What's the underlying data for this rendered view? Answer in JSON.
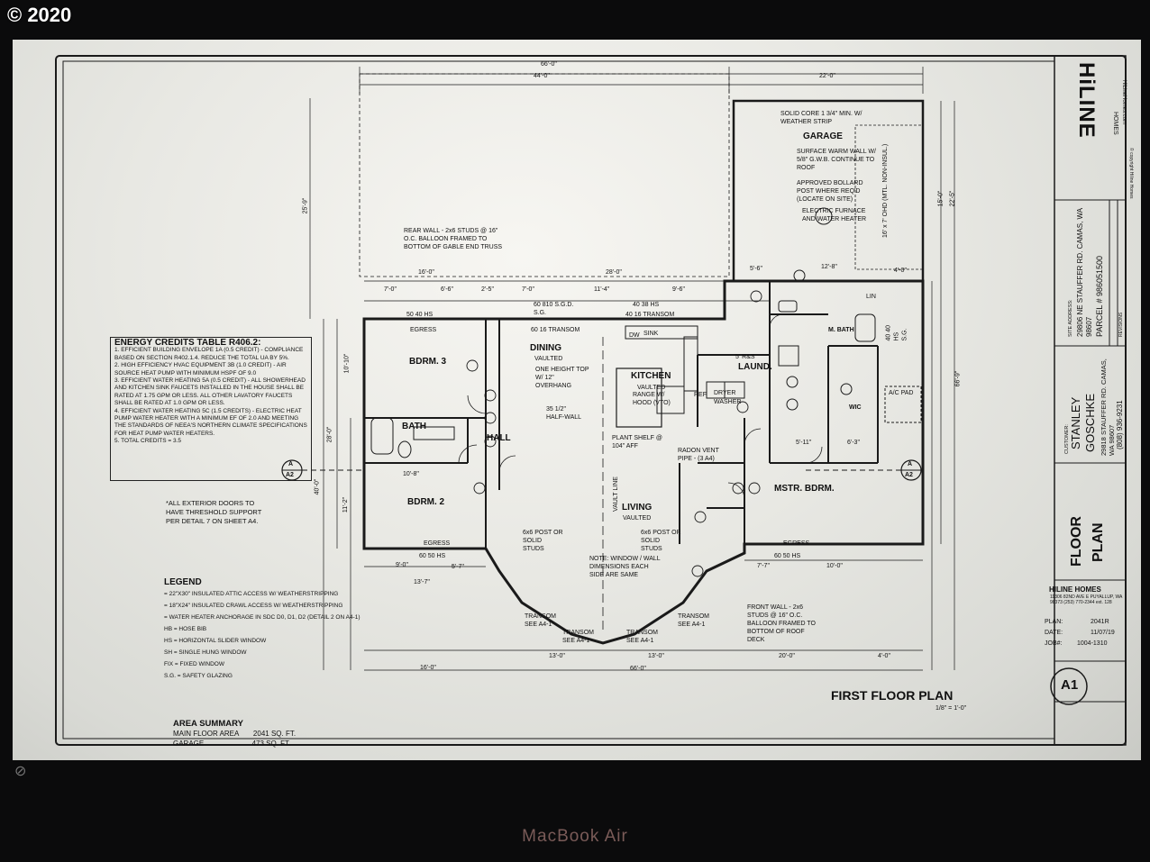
{
  "copyright": "© 2020",
  "laptop_label": "MacBook Air",
  "plan": {
    "title": "FIRST FLOOR PLAN",
    "scale": "1/8\" = 1'-0\"",
    "rooms": {
      "garage": "GARAGE",
      "bdrm3": "BDRM. 3",
      "bdrm2": "BDRM. 2",
      "bath": "BATH",
      "hall": "HALL",
      "dining": "DINING",
      "dining_sub": "VAULTED",
      "kitchen": "KITCHEN",
      "kitchen_sub": "VAULTED",
      "laund": "LAUND.",
      "m_bath": "M. BATH",
      "wic": "WIC",
      "mstr": "MSTR. BDRM.",
      "living": "LIVING",
      "living_sub": "VAULTED",
      "ac_pad": "A/C PAD",
      "lin": "LIN"
    },
    "dimensions": {
      "overall_top": "66'-0\"",
      "top_left": "44'-0\"",
      "top_right": "22'-0\"",
      "bottom_total": "66'-0\"",
      "bottom_a": "16'-0\"",
      "bottom_b": "13'-0\"",
      "bottom_c": "13'-0\"",
      "bottom_d": "20'-0\"",
      "bottom_e": "4'-0\"",
      "mid_a": "16'-0\"",
      "mid_b": "28'-0\"",
      "row_a": "7'-0\"",
      "row_b": "6'-6\"",
      "row_c": "2'-5\"",
      "row_d": "7'-0\"",
      "row_e": "11'-4\"",
      "row_f": "9'-6\"",
      "left_a": "10'-10\"",
      "left_b": "11'-2\"",
      "left_c": "28'-0\"",
      "left_d": "40'-0\"",
      "left_e": "25'-9\"",
      "right_a": "15'-0\"",
      "right_b": "22'-5\"",
      "right_c": "66'-9\"",
      "garage_a": "12'-8\"",
      "garage_b": "5'-6\"",
      "garage_c": "4'-0\"",
      "lower_a": "9'-0\"",
      "lower_b": "13'-7\"",
      "lower_c": "5'-7\"",
      "lower_d": "7'-7\"",
      "lower_e": "10'-0\"",
      "bdrm2_dim": "10'-8\"",
      "mb_a": "5'-11\"",
      "mb_b": "6'-3\""
    },
    "notes": {
      "rear_wall": "REAR WALL - 2x6 STUDS @ 16\" O.C. BALLOON FRAMED TO BOTTOM OF GABLE END TRUSS",
      "front_wall": "FRONT WALL - 2x6 STUDS @ 16\" O.C. BALLOON FRAMED TO BOTTOM OF ROOF DECK",
      "ext_doors": "*ALL EXTERIOR DOORS TO HAVE THRESHOLD SUPPORT PER DETAIL 7 ON SHEET A4.",
      "garage_door": "SOLID CORE 1 3/4\" MIN. W/ WEATHER STRIP",
      "garage_wall": "SURFACE WARM WALL W/ 5/8\" G.W.B. CONTINUE TO ROOF",
      "bollard": "APPROVED BOLLARD POST WHERE REQ'D (LOCATE ON SITE)",
      "furnace": "ELECTRIC FURNACE AND WATER HEATER",
      "ohd": "16' x 7' OHD (MTL. NON-INSUL.)",
      "header": "ONE HEIGHT TOP W/ 12\" OVERHANG",
      "half_wall": "35 1/2\" HALF-WALL",
      "range": "RANGE W/ HOOD (VTO)",
      "plant_shelf": "PLANT SHELF @ 104\" AFF",
      "radon": "RADON VENT PIPE - (3 A4)",
      "post_left": "6x6 POST OR SOLID STUDS",
      "post_right": "6x6 POST OR SOLID STUDS",
      "window_note": "NOTE: WINDOW / WALL DIMENSIONS EACH SIDE ARE SAME",
      "transom_a": "TRANSOM SEE A4-1",
      "transom_b": "TRANSOM SEE A4-1",
      "transom_c": "TRANSOM SEE A4-1",
      "transom_d": "TRANSOM SEE A4-1",
      "dining_window": "60 810 S.G.D. S.G.",
      "dining_transom": "60 16 TRANSOM",
      "kitchen_window": "40 38 HS",
      "kitchen_transom": "40 16 TRANSOM",
      "bdrm3_window": "50 40 HS",
      "bdrm2_window": "60 50 HS",
      "mstr_window": "60 50 HS",
      "mbath_window": "40 40 HS S.G.",
      "egress_a": "EGRESS",
      "egress_b": "EGRESS",
      "egress_c": "EGRESS",
      "vault_line": "VAULT LINE",
      "rs": "5' R&S",
      "dw": "DW",
      "sink": "SINK",
      "ref": "REF",
      "dryer": "DRYER",
      "washer": "WASHER"
    },
    "energy": {
      "title": "ENERGY CREDITS TABLE R406.2:",
      "items": [
        "1.  EFFICIENT BUILDING ENVELOPE 1A (0.5 CREDIT) - COMPLIANCE BASED ON SECTION R402.1.4. REDUCE THE TOTAL UA BY 5%.",
        "2.  HIGH EFFICIENCY HVAC EQUIPMENT 3B (1.0 CREDIT) - AIR SOURCE HEAT PUMP WITH MINIMUM HSPF OF 9.0",
        "3.  EFFICIENT WATER HEATING 5A (0.5 CREDIT) - ALL SHOWERHEAD AND KITCHEN SINK FAUCETS INSTALLED IN THE HOUSE SHALL BE RATED AT 1.75 GPM OR LESS. ALL OTHER LAVATORY FAUCETS SHALL BE RATED AT 1.0 GPM OR LESS.",
        "4.  EFFICIENT WATER HEATING 5C (1.5 CREDITS) - ELECTRIC HEAT PUMP WATER HEATER WITH A MINIMUM EF OF 2.0 AND MEETING THE STANDARDS OF NEEA'S NORTHERN CLIMATE SPECIFICATIONS FOR HEAT PUMP WATER HEATERS.",
        "5.  TOTAL CREDITS = 3.5"
      ]
    },
    "legend": {
      "title": "LEGEND",
      "items": [
        "= 22\"X30\" INSULATED ATTIC ACCESS W/ WEATHERSTRIPPING",
        "= 18\"X24\" INSULATED CRAWL ACCESS W/ WEATHERSTRIPPING",
        "= WATER HEATER ANCHORAGE IN SDC D0, D1, D2 (DETAIL 2 ON A4-1)",
        "HB = HOSE BIB",
        "HS = HORIZONTAL SLIDER WINDOW",
        "SH = SINGLE HUNG WINDOW",
        "FIX = FIXED WINDOW",
        "S.G. = SAFETY GLAZING"
      ]
    },
    "area": {
      "title": "AREA SUMMARY",
      "main_label": "MAIN FLOOR AREA",
      "main_value": "2041 SQ. FT.",
      "garage_label": "GARAGE",
      "garage_value": "473 SQ. FT."
    },
    "section_marks": {
      "left_letter": "A",
      "left_sheet": "A2",
      "right_letter": "A",
      "right_sheet": "A2"
    }
  },
  "title_block": {
    "logo": "HiLINE",
    "logo_sub": "HOMES",
    "logo_url": "HiLineHomes.com",
    "logo_copy": "© copyright Hiline Homes",
    "site_address_label": "SITE ADDRESS:",
    "site_address": "29806 NE STAUFFER RD. CAMAS, WA 98607",
    "parcel": "PARCEL # 986051500",
    "revisions": "REVISIONS",
    "customer_label": "CUSTOMER:",
    "customer_name_1": "STANLEY",
    "customer_name_2": "GOSCHKE",
    "customer_addr": "29818 STAUFFER RD. CAMAS, WA 98607",
    "customer_phone": "(808) 936-9231",
    "sheet_name_1": "FLOOR",
    "sheet_name_2": "PLAN",
    "company": "HILINE HOMES",
    "company_addr": "11306 82ND AVE E PUYALLUP, WA 98373 (253) 770-2344 ext. 128",
    "plan_label": "PLAN:",
    "plan_value": "2041R",
    "date_label": "DATE:",
    "date_value": "11/07/19",
    "job_label": "JOB#:",
    "job_value": "1004-1310",
    "sheet_number": "A1"
  }
}
